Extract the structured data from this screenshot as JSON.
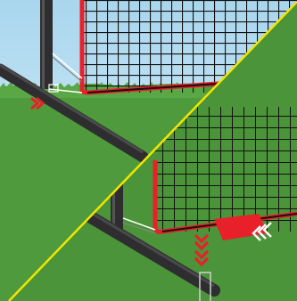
{
  "illustration": {
    "title": "",
    "colors": {
      "sky_top": "#a9d6ee",
      "sky_bottom": "#d9eef8",
      "grass": "#4f9a3c",
      "grass_dark": "#3f8430",
      "net_mesh": "#111111",
      "net_frame": "#e8202a",
      "pole": "#2e2e30",
      "divider": "#f2e600",
      "arrow": "#e8202a"
    },
    "panels": [
      {
        "name": "top-detail",
        "description_free": true
      },
      {
        "name": "bottom-detail",
        "description_free": true
      }
    ],
    "icons": [
      "chevron-down-arrows",
      "chevron-left-arrows",
      "chevron-right-arrow"
    ]
  }
}
